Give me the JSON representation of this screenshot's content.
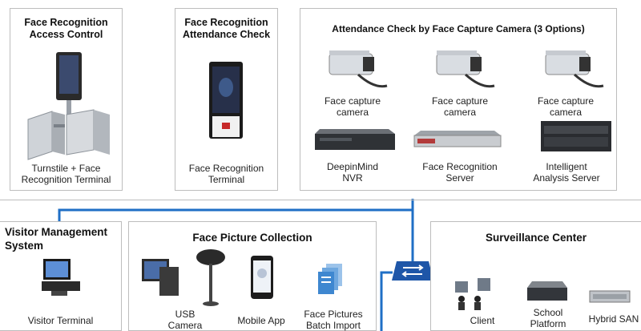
{
  "panels": {
    "access_control": {
      "title": "Face Recognition\nAccess Control",
      "caption": "Turnstile + Face\nRecognition Terminal"
    },
    "attendance_check": {
      "title": "Face Recognition\nAttendance Check",
      "caption": "Face Recognition\nTerminal"
    },
    "capture_camera": {
      "title": "Attendance Check by Face Capture Camera (3 Options)",
      "cameras": [
        "Face capture\ncamera",
        "Face capture\ncamera",
        "Face capture\ncamera"
      ],
      "servers": [
        "DeepinMind\nNVR",
        "Face Recognition\nServer",
        "Intelligent\nAnalysis Server"
      ]
    },
    "visitor": {
      "title": "Visitor Management\nSystem",
      "caption": "Visitor Terminal"
    },
    "collection": {
      "title": "Face Picture Collection",
      "items": [
        "USB\nCamera",
        "Mobile App",
        "Face Pictures\nBatch Import"
      ]
    },
    "surveillance": {
      "title": "Surveillance Center",
      "items": [
        "Client",
        "School\nPlatform",
        "Hybrid SAN"
      ]
    }
  },
  "colors": {
    "network_line": "#1f6fc6",
    "switch": "#1e56a8",
    "panel_border": "#bdbdbd"
  }
}
